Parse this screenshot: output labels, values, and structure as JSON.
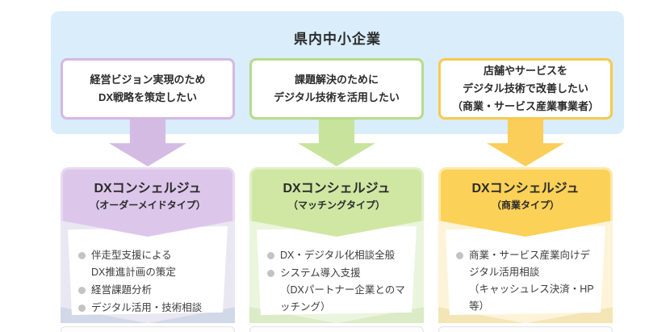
{
  "banner": {
    "title": "県内中小企業",
    "bg_color": "#d9edfa"
  },
  "columns": [
    {
      "need_text": "経営ビジョン実現のため\nDX戦略を策定したい",
      "card_title": "DXコンシェルジュ",
      "card_subtitle": "（オーダーメイドタイプ）",
      "items": [
        {
          "text": "伴走型支援による\nDX推進計画の策定"
        },
        {
          "text": "経営課題分析"
        },
        {
          "text": "デジタル活用・技術相談"
        }
      ],
      "colors": {
        "border": "#d5b8e4",
        "arrow": "#d4bbe3",
        "header_bg": "#dcc7eb",
        "header_edge": "#e8daf2",
        "body_bg": "#e9e7f1",
        "deco": "#ccd5e5"
      }
    },
    {
      "need_text": "課題解決のために\nデジタル技術を活用したい",
      "card_title": "DXコンシェルジュ",
      "card_subtitle": "（マッチングタイプ）",
      "items": [
        {
          "text": "DX・デジタル化相談全般"
        },
        {
          "text": "システム導入支援\n（DXパートナー企業とのマッチング）"
        }
      ],
      "colors": {
        "border": "#b6dc8a",
        "arrow": "#c8e49c",
        "header_bg": "#cfe7a3",
        "header_edge": "#e0f0c3",
        "body_bg": "#ebf4dd",
        "deco": "#d7e9c0"
      }
    },
    {
      "need_text": "店舗やサービスを\nデジタル技術で改善したい\n（商業・サービス産業事業者）",
      "card_title": "DXコンシェルジュ",
      "card_subtitle": "（商業タイプ）",
      "items": [
        {
          "text": "商業・サービス産業向けデジタル活用相談\n（キャッシュレス決済・HP等）"
        }
      ],
      "colors": {
        "border": "#f7c94e",
        "arrow": "#fbce5a",
        "header_bg": "#fbd157",
        "header_edge": "#fce8a9",
        "body_bg": "#fdf3d8",
        "deco": "#f2e2af"
      }
    }
  ]
}
